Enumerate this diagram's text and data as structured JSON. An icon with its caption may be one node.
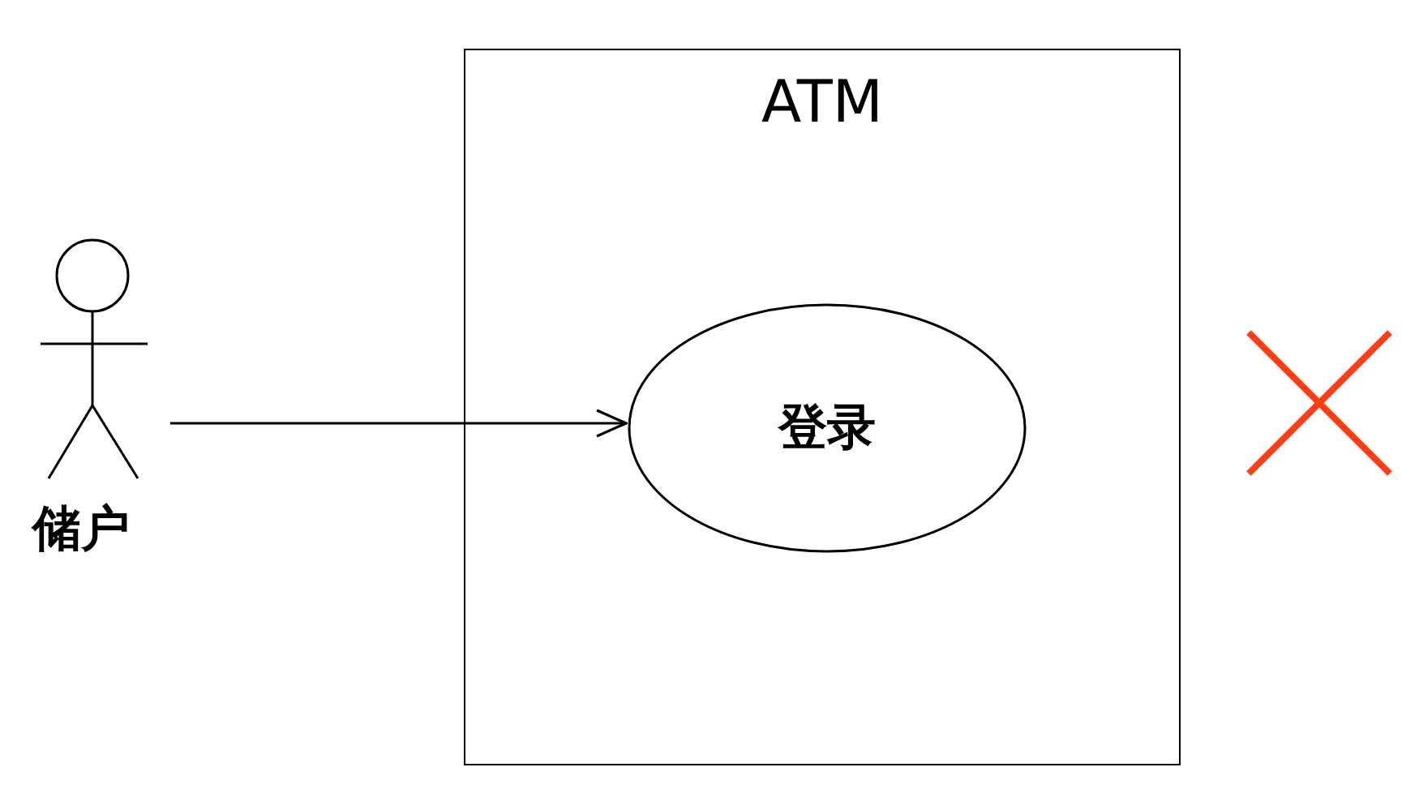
{
  "diagram": {
    "nodes": [
      {
        "text": [
          "ATM"
        ]
      },
      {
        "text": [
          "登录"
        ],
        "in": 0
      },
      {
        "text": [
          "储户"
        ]
      }
    ],
    "edges": [
      {
        "from": 2,
        "to": 1,
        "arrow": "to"
      }
    ]
  }
}
